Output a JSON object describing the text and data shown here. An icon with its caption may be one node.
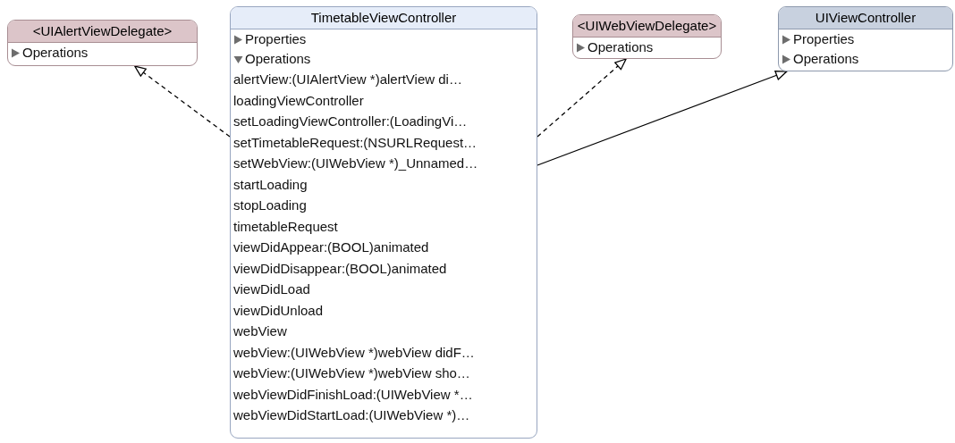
{
  "diagram": {
    "nodes": [
      {
        "text": [
          "<UIAlertViewDelegate>",
          "Operations"
        ]
      },
      {
        "text": [
          "TimetableViewController",
          "Properties",
          "Operations",
          "alertView:(UIAlertView *)alertView di…",
          "loadingViewController",
          "setLoadingViewController:(LoadingVi…",
          "setTimetableRequest:(NSURLRequest…",
          "setWebView:(UIWebView *)_Unnamed…",
          "startLoading",
          "stopLoading",
          "timetableRequest",
          "viewDidAppear:(BOOL)animated",
          "viewDidDisappear:(BOOL)animated",
          "viewDidLoad",
          "viewDidUnload",
          "webView",
          "webView:(UIWebView *)webView didF…",
          "webView:(UIWebView *)webView sho…",
          "webViewDidFinishLoad:(UIWebView *…",
          "webViewDidStartLoad:(UIWebView *)…"
        ]
      },
      {
        "text": [
          "<UIWebViewDelegate>",
          "Operations"
        ]
      },
      {
        "text": [
          "UIViewController",
          "Properties",
          "Operations"
        ]
      }
    ],
    "edges": [
      {
        "from": 1,
        "to": 0,
        "arrow": "to",
        "style": "dashed"
      },
      {
        "from": 1,
        "to": 2,
        "arrow": "to",
        "style": "dashed"
      },
      {
        "from": 1,
        "to": 3,
        "arrow": "to"
      }
    ]
  }
}
